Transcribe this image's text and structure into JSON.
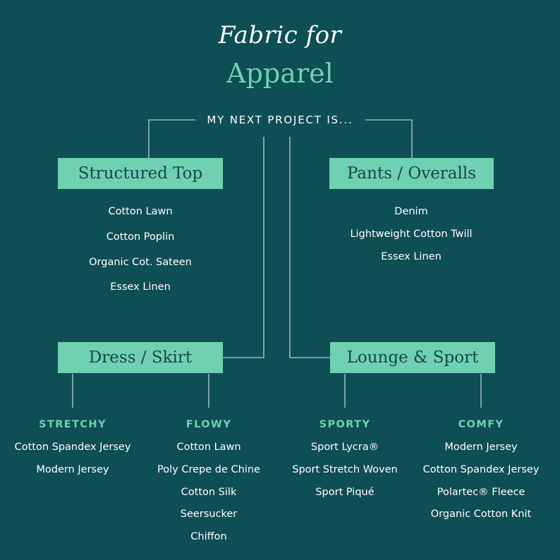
{
  "header": {
    "script_title": "Fabric for",
    "main_title": "Apparel",
    "question": "MY NEXT PROJECT IS..."
  },
  "colors": {
    "background": "#0e4e55",
    "accent": "#6fd1b1",
    "box_text": "#16474d",
    "text": "#ffffff",
    "lines": "#dfe9e8"
  },
  "categories": {
    "structured_top": {
      "label": "Structured Top",
      "items": [
        "Cotton Lawn",
        "Cotton Poplin",
        "Organic Cot. Sateen",
        "Essex Linen"
      ]
    },
    "pants_overalls": {
      "label": "Pants / Overalls",
      "items": [
        "Denim",
        "Lightweight Cotton Twill",
        "Essex Linen"
      ]
    },
    "dress_skirt": {
      "label": "Dress / Skirt",
      "groups": [
        {
          "heading": "STRETCHY",
          "items": [
            "Cotton Spandex Jersey",
            "Modern Jersey"
          ]
        },
        {
          "heading": "FLOWY",
          "items": [
            "Cotton Lawn",
            "Poly Crepe de Chine",
            "Cotton Silk",
            "Seersucker",
            "Chiffon"
          ]
        }
      ]
    },
    "lounge_sport": {
      "label": "Lounge & Sport",
      "groups": [
        {
          "heading": "SPORTY",
          "items": [
            "Sport Lycra®",
            "Sport Stretch Woven",
            "Sport Piqué"
          ]
        },
        {
          "heading": "COMFY",
          "items": [
            "Modern Jersey",
            "Cotton Spandex Jersey",
            "Polartec® Fleece",
            "Organic Cotton Knit"
          ]
        }
      ]
    }
  }
}
